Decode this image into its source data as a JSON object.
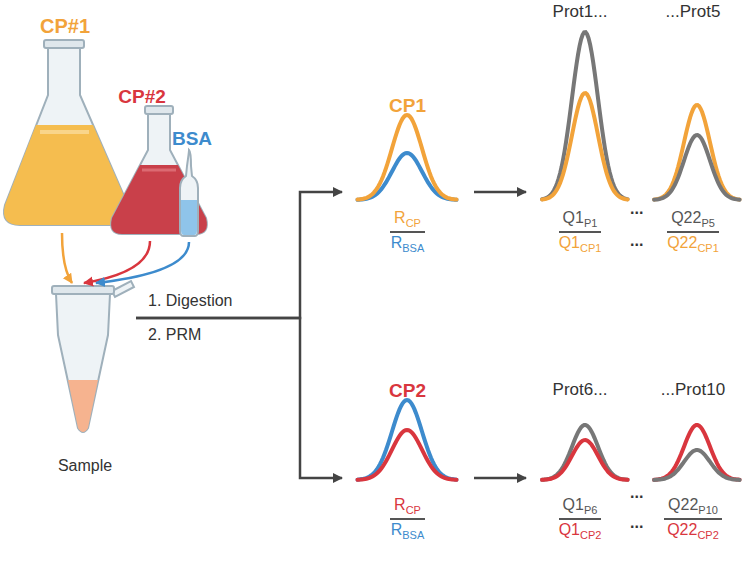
{
  "diagram": {
    "nodes": [
      {
        "text": [
          "CP#1"
        ]
      },
      {
        "text": [
          "CP#2"
        ]
      },
      {
        "text": [
          "BSA"
        ]
      },
      {
        "text": [
          "Sample"
        ]
      },
      {
        "text": [
          "CP1",
          "RCP",
          "RBSA"
        ]
      },
      {
        "text": [
          "Prot1...",
          "Q1P1",
          "Q1CP1"
        ]
      },
      {
        "text": [
          "...Prot5",
          "Q22P5",
          "Q22CP1"
        ]
      },
      {
        "text": [
          "CP2",
          "RCP",
          "RBSA"
        ]
      },
      {
        "text": [
          "Prot6...",
          "Q1P6",
          "Q1CP2"
        ]
      },
      {
        "text": [
          "...Prot10",
          "Q22P10",
          "Q22CP2"
        ]
      }
    ],
    "edges": [
      {
        "from": 0,
        "to": 3,
        "arrow": "to"
      },
      {
        "from": 1,
        "to": 3,
        "arrow": "to"
      },
      {
        "from": 2,
        "to": 3,
        "arrow": "to"
      },
      {
        "from": 3,
        "to": 4,
        "arrow": "to"
      },
      {
        "from": 3,
        "to": 7,
        "arrow": "to"
      },
      {
        "from": 4,
        "to": 5,
        "arrow": "to"
      },
      {
        "from": 7,
        "to": 8,
        "arrow": "to"
      }
    ],
    "labels": [
      "1. Digestion",
      "2. PRM",
      "...",
      "...",
      "...",
      "..."
    ]
  }
}
